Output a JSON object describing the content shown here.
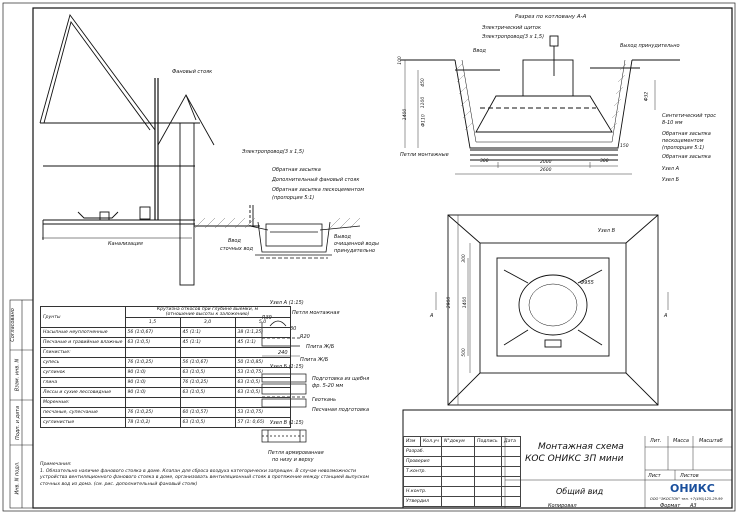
{
  "margin_labels": {
    "soglasovano": "Согласовано",
    "vzam_inv": "Взам. инв. N",
    "podp_data": "Подп. и дата",
    "inv_podl": "Инв. N подл."
  },
  "house": {
    "fan_riser": "Фановый стояк",
    "electric_cable": "Электропровод(3 x 1,5)",
    "backfill": "Обратная засыпка",
    "extra_riser": "Дополнительный фановый стояк",
    "sand_backfill": "Обратная засыпка пескоцементом",
    "sand_ratio": "(пропорция 5:1)",
    "sewer": "Канализация",
    "inlet": "Ввод",
    "inlet2": "сточных вод",
    "outlet": "Вывод",
    "outlet2": "очищенной воды",
    "outlet3": "принудительно"
  },
  "section": {
    "title": "Разрез по котловану А-А",
    "el_box": "Электрический щиток",
    "el_wire": "Электропровод(3 x 1,5)",
    "inlet": "Ввод",
    "outlet": "Выход принудительно",
    "geotextile": "Синтетический трос",
    "geotextile2": "8-10 мм",
    "back1": "Обратная засыпка",
    "back2": "пескоцементом",
    "back3": "(пропорция 5:1)",
    "back4": "Обратная засыпка",
    "uzel_a": "Узел А",
    "uzel_b": "Узел Б",
    "sling": "Петли монтажные",
    "dims": [
      "100",
      "450",
      "1100",
      "1400",
      "Ф110",
      "Ф32",
      "300",
      "2000",
      "300",
      "2600",
      "150"
    ]
  },
  "plan": {
    "uzel_v": "Узел В",
    "dia": "Ф955",
    "dims": [
      "300",
      "2900",
      "1400",
      "500"
    ],
    "cut_a": "А"
  },
  "nodes": {
    "a_title": "Узел А (1:15)",
    "loop": "Петля монтажная",
    "r39": "R39",
    "r20": "R20",
    "d30": "30",
    "d240": "240",
    "plate": "Плита Ж/Б",
    "b_title": "Узел Б (1:15)",
    "plate2": "Плита Ж/Б",
    "gravel": "Подготовка из щебня",
    "gravel2": "фр. 5-20 мм",
    "geotex": "Геоткань",
    "sand": "Песчаная подготовка",
    "v_title": "Узел В (1:15)",
    "anchor": "Петля армированная",
    "anchor2": "по низу и верху"
  },
  "soil_table": {
    "h_soil": "Грунты",
    "h_slope": "Крутизна откосов при глубине выемки, м",
    "h_slope2": "(отношение высоты к заложению)",
    "depths": [
      "1,5",
      "3,0",
      "5,0"
    ],
    "rows": [
      [
        "Насыпные неуплотненные",
        "56 (1:0,67)",
        "45 (1:1)",
        "38 (1:1,25)"
      ],
      [
        "Песчаные и гравийные влажные",
        "63 (1:0,5)",
        "45 (1:1)",
        "45 (1:1)"
      ],
      [
        "Глинистые:",
        "",
        "",
        ""
      ],
      [
        "супесь",
        "76 (1:0,25)",
        "56 (1:0,67)",
        "50 (1:0,85)"
      ],
      [
        "суглинок",
        "90 (1:0)",
        "63 (1:0,5)",
        "53 (1:0,75)"
      ],
      [
        "глина",
        "90 (1:0)",
        "76 (1:0,25)",
        "63 (1:0,5)"
      ],
      [
        "Лессы и сухие лессовидные",
        "90 (1:0)",
        "63 (1:0,5)",
        "63 (1:0,5)"
      ],
      [
        "Моренные:",
        "",
        "",
        ""
      ],
      [
        "песчаные, супесчаные",
        "76 (1:0,25)",
        "60 (1:0,57)",
        "53 (1:0,75)"
      ],
      [
        "суглинистые",
        "78 (1:0,2)",
        "63 (1:0,5)",
        "57 (1: 0,65)"
      ]
    ]
  },
  "notes": {
    "head": "Примечания:",
    "l1": "1. Обязательно наличие фанового стояка в доме. Клапан для сброса воздуха категорически запрещен. В случае невозможности",
    "l2": "устройства вентиляционного фанового стояка в доме, организовать вентиляционный стояк в протяжение между станцией выпуском",
    "l3": "сточных вод из дома. (см. рис. дополнительный фановый стояк)"
  },
  "stamp": {
    "title1": "Монтажная схема",
    "title2": "КОС ОНИКС 3П мини",
    "sheet_name": "Общий вид",
    "col_izm": "Изм",
    "col_kol": "Кол.уч",
    "col_list": "Лист",
    "col_doc": "N°докум",
    "col_sign": "Подпись",
    "col_date": "Дата",
    "razrab": "Разраб.",
    "prover": "Проверил",
    "tkontr": "Т.контр.",
    "nkontr": "Н.контр.",
    "utv": "Утвердил",
    "lit": "Лит.",
    "massa": "Масса",
    "masshtab": "Масштаб",
    "list": "Лист",
    "listov": "Листов",
    "copied": "Копировал",
    "format": "Формат",
    "format_val": "А3",
    "company": "ОНИКС",
    "company_small": "ООО \"ЭКОСТОК\" тел. +7(495)125-29-99"
  }
}
